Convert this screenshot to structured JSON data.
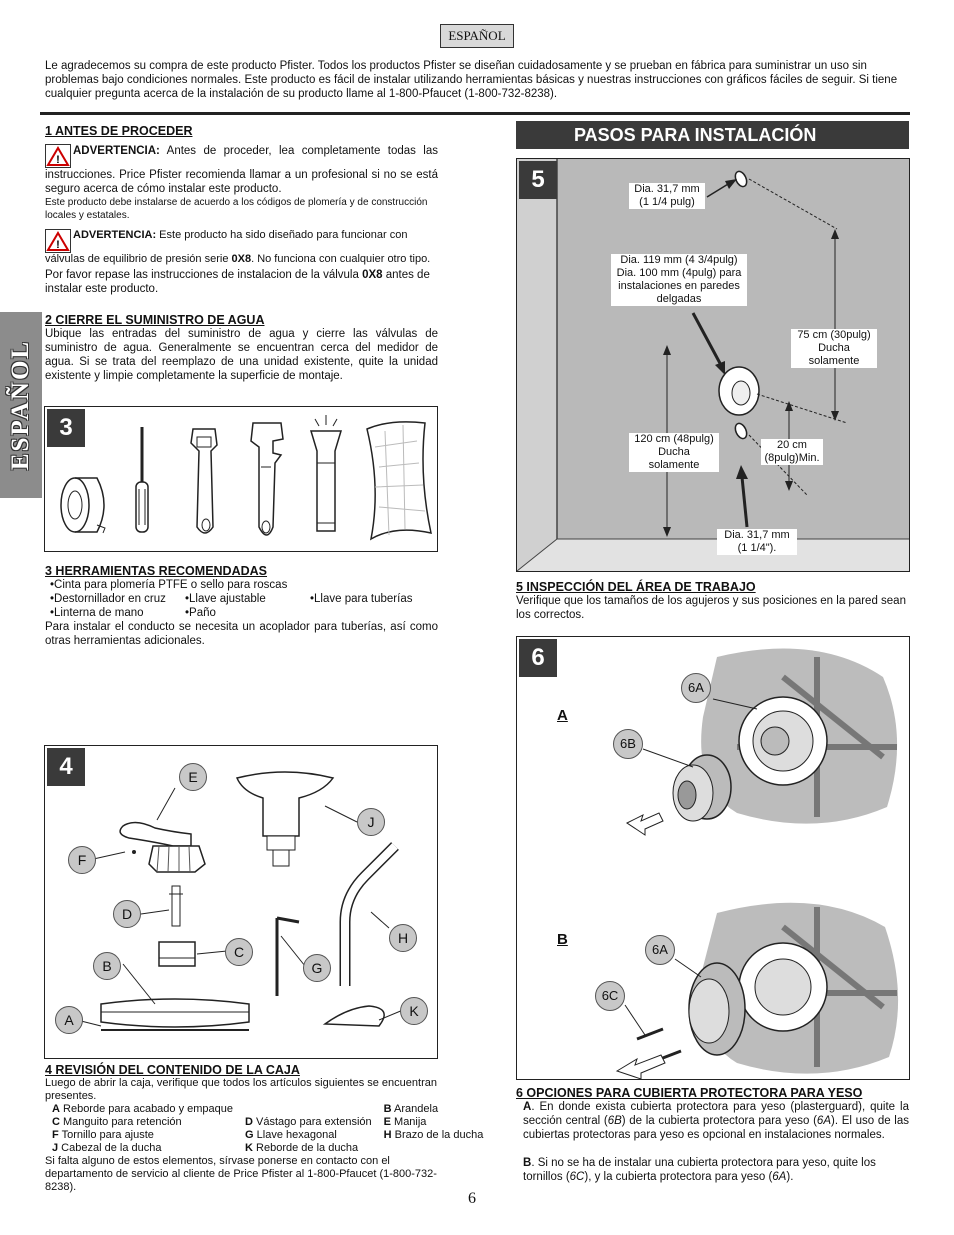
{
  "lang_tab": "ESPAÑOL",
  "side_tab": "ESPAÑOL",
  "intro": "Le agradecemos su compra de este producto Pfister. Todos los productos Pfister se diseñan cuidadosamente y se prueban en fábrica para suministrar un uso sin problemas bajo condiciones normales. Este producto es fácil de instalar utilizando herramientas básicas y nuestras instrucciones con gráficos fáciles de seguir. Si tiene cualquier pregunta acerca de la instalación de su producto llame al 1-800-Pfaucet (1-800-732-8238).",
  "s1": {
    "heading": "1   ANTES DE PROCEDER",
    "warn1_label": "ADVERTENCIA:",
    "warn1_text": " Antes de proceder, lea completamente todas las instrucciones. Price Pfister recomienda llamar a un profesional si no se está seguro acerca de cómo instalar este producto.",
    "warn1_small": "Este producto debe instalarse de acuerdo a los códigos de plomería y de construcción locales y estatales.",
    "warn2_label": "ADVERTENCIA:",
    "warn2_text_a": " Este producto ha sido diseñado para funcionar con válvulas de equilibrio de presión serie ",
    "warn2_bold": "0X8",
    "warn2_text_b": ". No funciona con cualquier otro tipo.",
    "review_a": "Por favor repase las instrucciones de instalacion de la válvula ",
    "review_bold": "0X8",
    "review_b": " antes de instalar este producto."
  },
  "s2": {
    "heading": "2   CIERRE EL SUMINISTRO DE AGUA",
    "text": "Ubique las entradas del suministro de agua y cierre las válvulas de suministro de agua. Generalmente se encuentran cerca del medidor de agua. Si se trata del reemplazo de una unidad existente, quite la unidad existente y limpie completamente la superficie de montaje."
  },
  "fig3": {
    "num": "3"
  },
  "s3": {
    "heading": "3   HERRAMIENTAS RECOMENDADAS",
    "tool1": "•Cinta para plomería PTFE o sello para roscas",
    "tool2": "•Destornillador en cruz",
    "tool3": "•Llave ajustable",
    "tool4": "•Llave para tuberías",
    "tool5": "•Linterna de mano",
    "tool6": "•Paño",
    "text": "Para instalar el conducto se necesita un acoplador para tuberías, así como otras herramientas adicionales."
  },
  "fig4": {
    "num": "4",
    "labels": {
      "A": "A",
      "B": "B",
      "C": "C",
      "D": "D",
      "E": "E",
      "F": "F",
      "G": "G",
      "H": "H",
      "J": "J",
      "K": "K"
    }
  },
  "s4": {
    "heading": "4   REVISIÓN DEL CONTENIDO DE LA CAJA",
    "text": "Luego de abrir la caja, verifique que todos los artículos siguientes se encuentran presentes.",
    "items": [
      [
        "A",
        " Reborde para acabado y empaque",
        "",
        "",
        "B",
        " Arandela"
      ],
      [
        "C",
        " Manguito para retención",
        "D",
        " Vástago para extensión",
        "E",
        " Manija"
      ],
      [
        "F",
        " Tornillo para ajuste",
        "G",
        " Llave hexagonal",
        "H",
        " Brazo de la ducha"
      ],
      [
        "J",
        " Cabezal de la ducha",
        "K",
        " Reborde de la ducha",
        "",
        ""
      ]
    ],
    "footer": "Si falta alguno de estos elementos, sírvase ponerse en contacto con el departamento de servicio al cliente de Price Pfister al 1-800-Pfaucet (1-800-732-8238)."
  },
  "pasos_title": "PASOS PARA INSTALACIÓN",
  "fig5": {
    "num": "5",
    "l1": "Dia. 31,7 mm\n(1 1/4 pulg)",
    "l2": "Dia. 119 mm (4 3/4pulg)\nDia. 100 mm (4pulg) para\ninstalaciones en paredes\ndelgadas",
    "l3": "75 cm (30pulg)\nDucha\nsolamente",
    "l4": "120 cm (48pulg)\nDucha\nsolamente",
    "l5": "20 cm\n(8pulg)Min.",
    "l6": "Dia. 31,7 mm\n(1 1/4\")."
  },
  "s5": {
    "heading": "5   INSPECCIÓN DEL ÁREA DE TRABAJO",
    "text": "Verifique que los tamaños de los agujeros y sus posiciones en la pared sean los correctos."
  },
  "fig6": {
    "num": "6",
    "A": "A",
    "B": "B",
    "b6A": "6A",
    "b6B": "6B",
    "b6A2": "6A",
    "b6C": "6C"
  },
  "s6": {
    "heading": "6  OPCIONES PARA CUBIERTA PROTECTORA PARA YESO",
    "a_label": "A",
    "a_1": ". En donde exista cubierta protectora para yeso (plasterguard), quite la sección central (",
    "a_2": "6B",
    "a_3": ") de la cubierta protectora para yeso (",
    "a_4": "6A",
    "a_5": "). El uso de las cubiertas protectoras para yeso es opcional en instalaciones normales.",
    "b_label": "B",
    "b_1": ". Si no se ha de instalar una cubierta protectora para yeso, quite los tornillos (",
    "b_2": "6C",
    "b_3": "), y la cubierta protectora para yeso (",
    "b_4": "6A",
    "b_5": ")."
  },
  "page_number": "6"
}
